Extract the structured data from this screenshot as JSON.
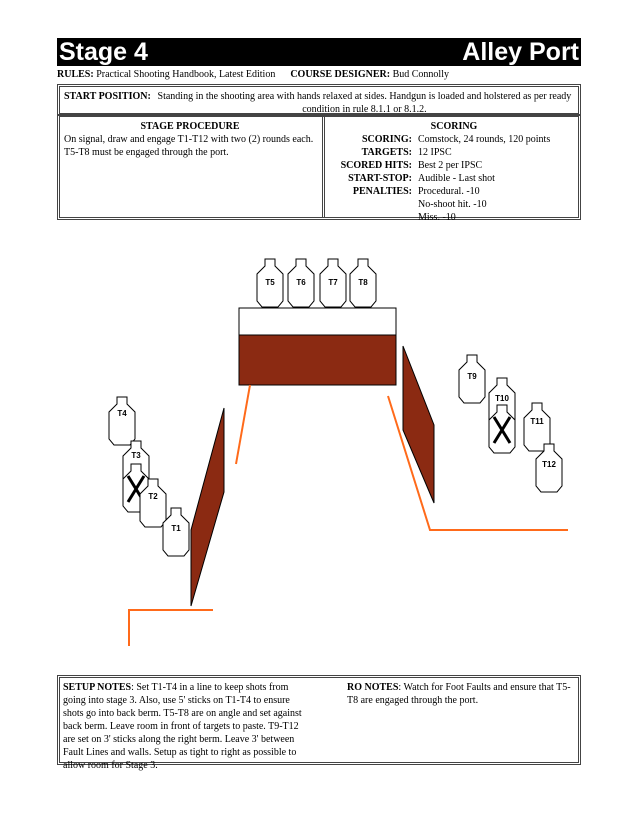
{
  "header": {
    "stage": "Stage 4",
    "title": "Alley Port"
  },
  "rules": {
    "rules_label": "RULES:",
    "rules_value": "Practical Shooting Handbook, Latest Edition",
    "designer_label": "COURSE DESIGNER:",
    "designer_value": "Bud Connolly"
  },
  "start_position": {
    "label": "START POSITION:",
    "text": "Standing in the shooting area with hands relaxed at sides. Handgun is loaded and holstered as per ready condition in rule 8.1.1 or 8.1.2."
  },
  "procedure": {
    "heading": "STAGE PROCEDURE",
    "text": "On signal, draw and engage T1-T12 with two (2) rounds each. T5-T8 must be engaged through the port."
  },
  "scoring": {
    "heading": "SCORING",
    "rows": [
      {
        "label": "SCORING:",
        "value": "Comstock, 24 rounds, 120 points"
      },
      {
        "label": "TARGETS:",
        "value": "12 IPSC"
      },
      {
        "label": "SCORED HITS:",
        "value": "Best 2 per IPSC"
      },
      {
        "label": "START-STOP:",
        "value": "Audible - Last shot"
      },
      {
        "label": "PENALTIES:",
        "value": "Procedural. -10"
      },
      {
        "label": "",
        "value": "No-shoot hit. -10"
      },
      {
        "label": "",
        "value": "Miss. -10"
      }
    ]
  },
  "diagram": {
    "targets": [
      "T1",
      "T2",
      "T3",
      "T4",
      "T5",
      "T6",
      "T7",
      "T8",
      "T9",
      "T10",
      "T11",
      "T12"
    ],
    "colors": {
      "wall": "#8b2a12",
      "fault_line": "#ff6a1a",
      "target": "#ffffff"
    }
  },
  "notes": {
    "setup_label": "SETUP NOTES",
    "setup_text": "Set T1-T4 in a line to keep shots from going into stage 3. Also, use 5' sticks on T1-T4 to ensure shots go into back berm. T5-T8 are on angle and set against back berm. Leave room in front of targets to paste. T9-T12 are set on 3' sticks along the right berm. Leave 3' between Fault Lines and walls. Setup as tight to right as possible to allow room for Stage 3.",
    "ro_label": "RO NOTES",
    "ro_text": "Watch for Foot Faults and ensure that T5-T8 are engaged through the port."
  }
}
